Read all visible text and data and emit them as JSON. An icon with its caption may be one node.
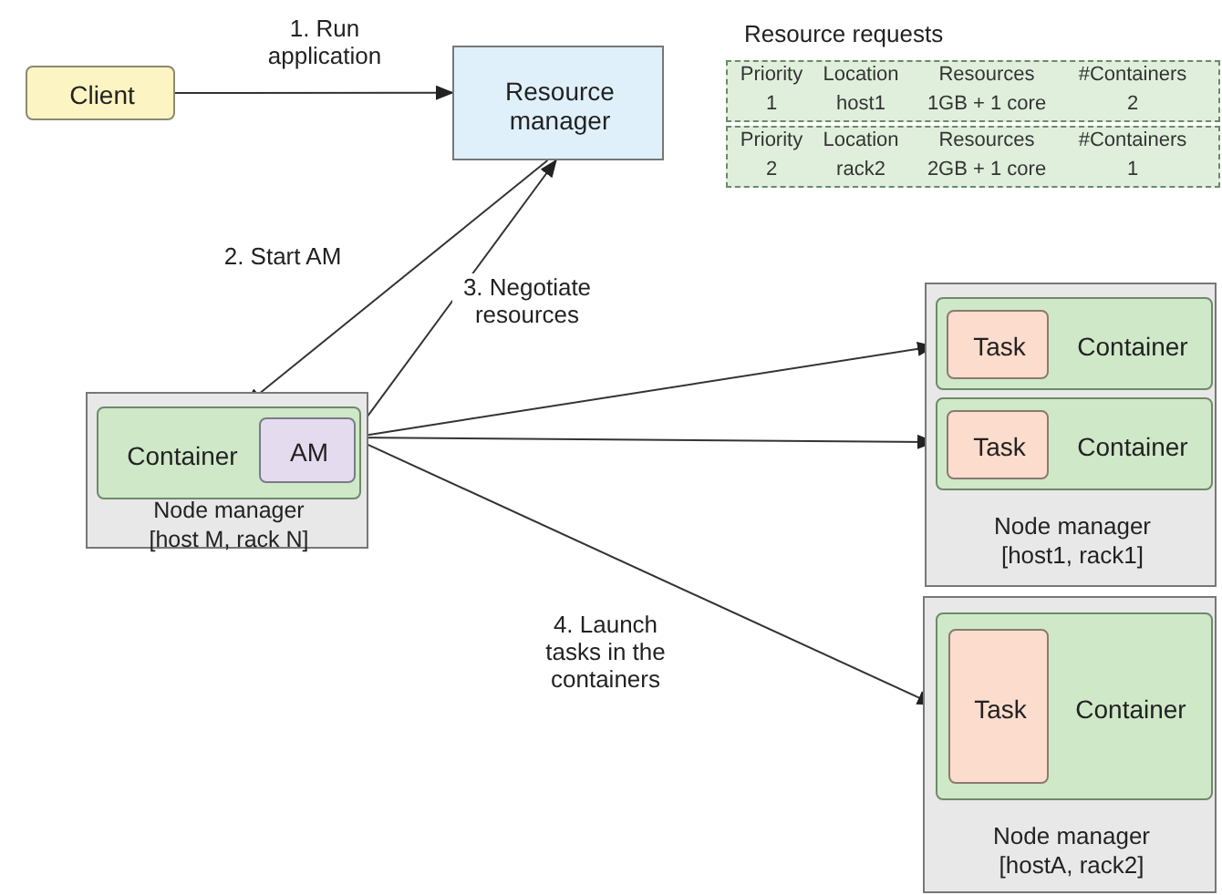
{
  "diagram": {
    "nodes": [
      {
        "text": [
          "Client"
        ]
      },
      {
        "text": [
          "Resource manager"
        ]
      },
      {
        "text": [
          "Node manager [host M, rack N]"
        ]
      },
      {
        "text": [
          "Container"
        ],
        "in": 2
      },
      {
        "text": [
          "AM"
        ],
        "in": 3
      },
      {
        "text": [
          "Node manager [host1, rack1]"
        ]
      },
      {
        "text": [
          "Container"
        ],
        "in": 5
      },
      {
        "text": [
          "Task"
        ],
        "in": 6
      },
      {
        "text": [
          "Container"
        ],
        "in": 5
      },
      {
        "text": [
          "Task"
        ],
        "in": 8
      },
      {
        "text": [
          "Node manager [hostA, rack2]"
        ]
      },
      {
        "text": [
          "Container"
        ],
        "in": 10
      },
      {
        "text": [
          "Task"
        ],
        "in": 11
      },
      {
        "text": [
          "Priority",
          "Location",
          "Resources",
          "#Containers",
          "1",
          "host1",
          "1GB + 1 core",
          "2"
        ]
      },
      {
        "text": [
          "Priority",
          "Location",
          "Resources",
          "#Containers",
          "2",
          "rack2",
          "2GB + 1 core",
          "1"
        ]
      }
    ],
    "edges": [
      {
        "from": 0,
        "to": 1,
        "arrow": "to",
        "label": "1. Run application"
      },
      {
        "from": 1,
        "to": 3,
        "arrow": "to",
        "label": "2. Start AM"
      },
      {
        "from": 4,
        "to": 1,
        "arrow": "to",
        "label": "3. Negotiate resources"
      },
      {
        "from": 4,
        "to": 6,
        "arrow": "to"
      },
      {
        "from": 4,
        "to": 8,
        "arrow": "to"
      },
      {
        "from": 4,
        "to": 11,
        "arrow": "to",
        "label": "4. Launch tasks in the containers"
      }
    ],
    "labels": [
      "Resource requests"
    ]
  }
}
